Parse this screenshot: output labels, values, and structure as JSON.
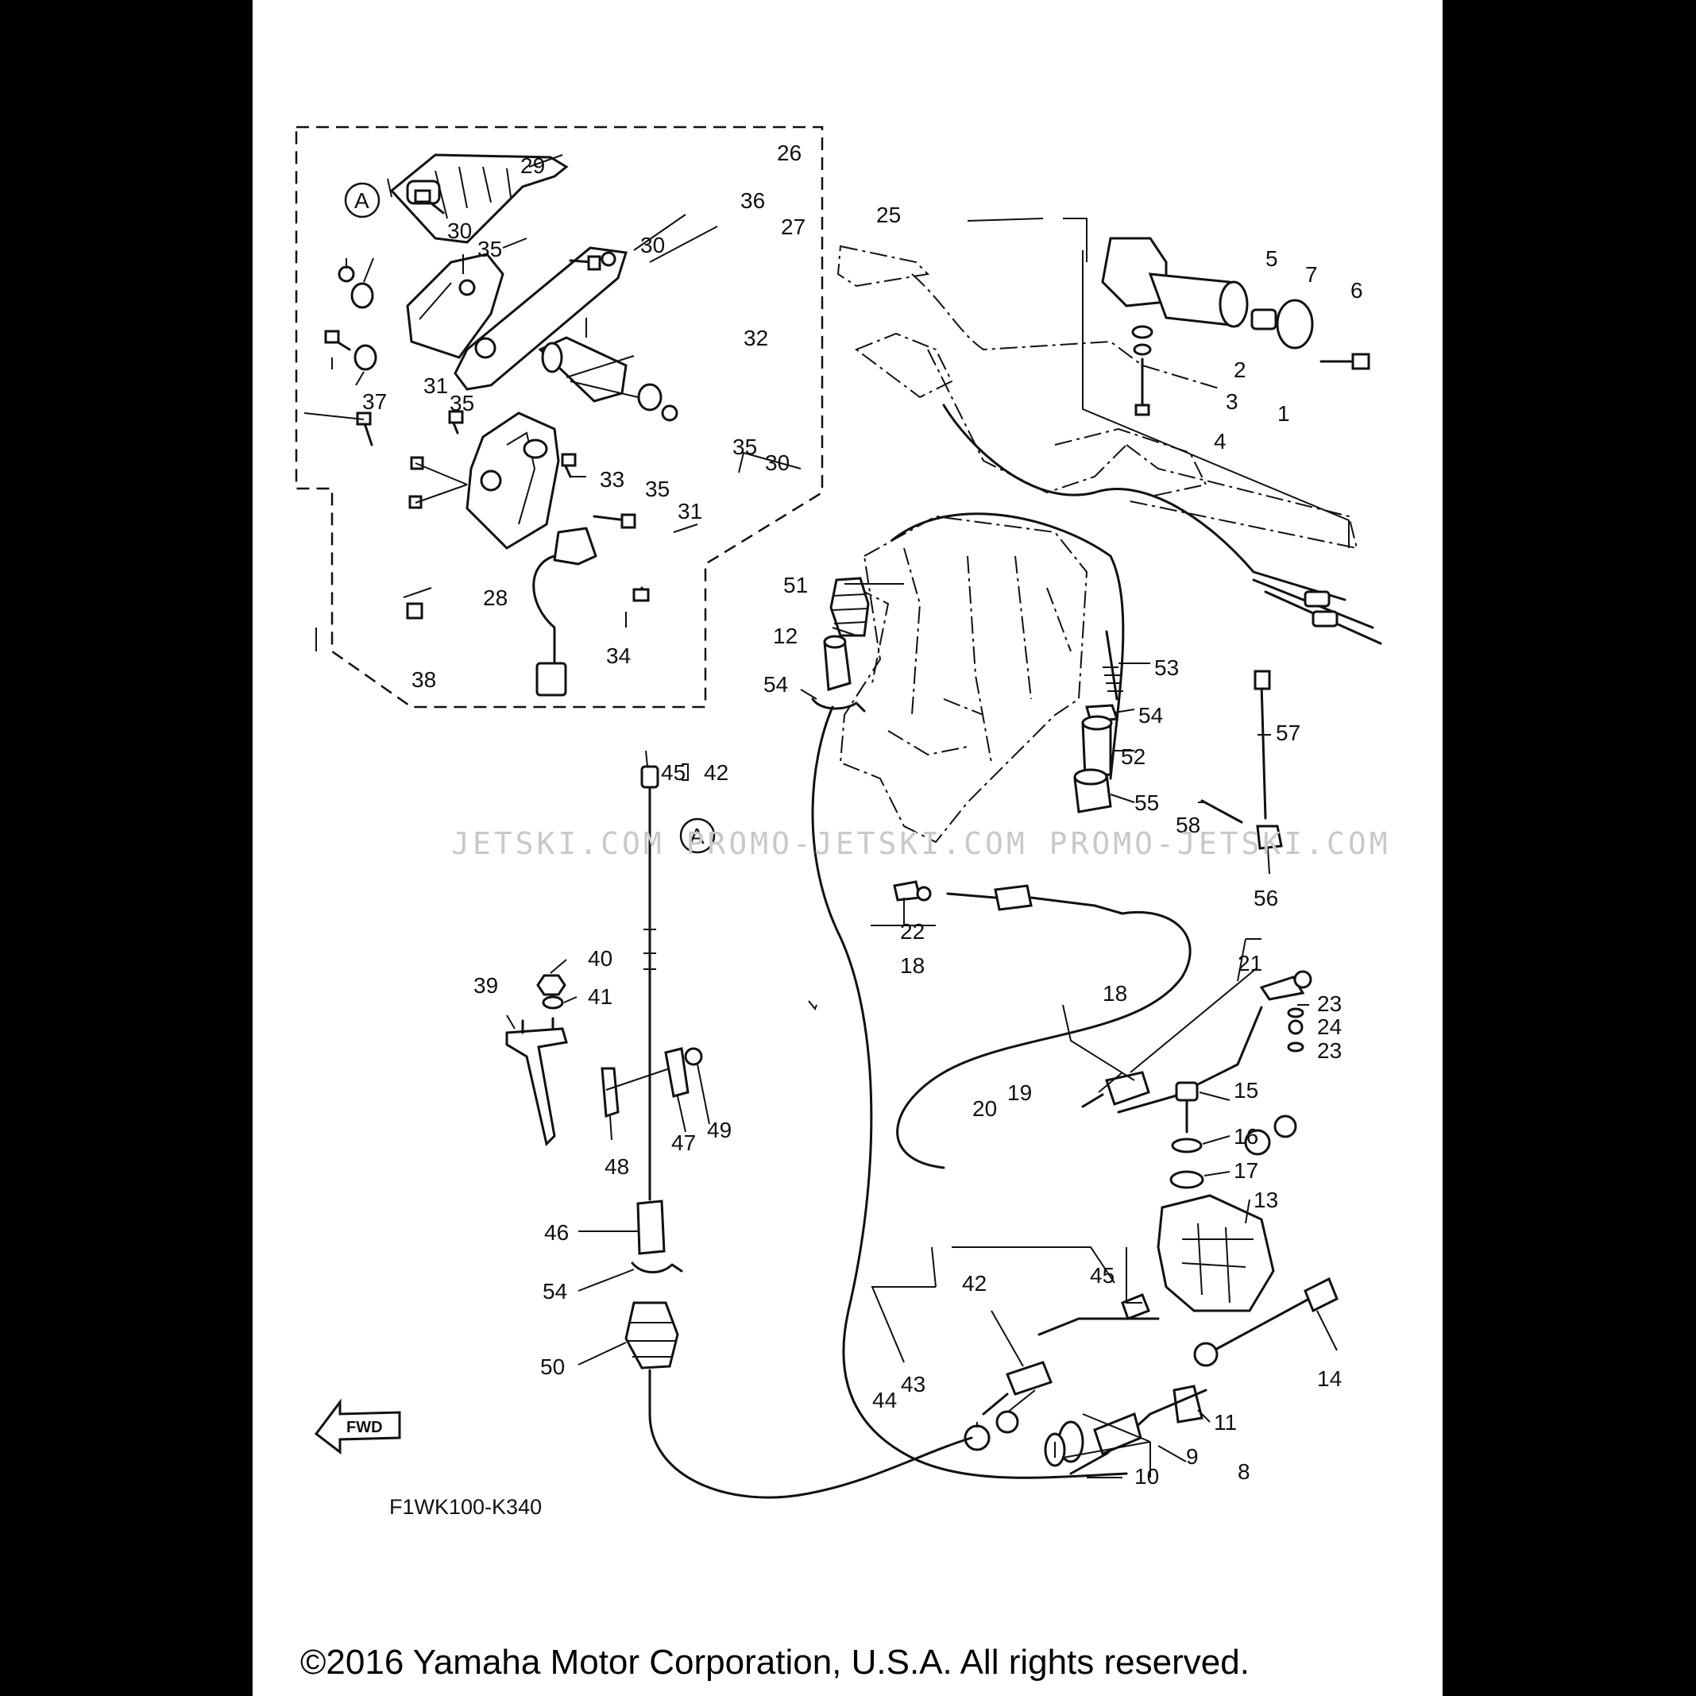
{
  "diagram": {
    "code": "F1WK100-K340",
    "watermark": "JETSKI.COM   PROMO-JETSKI.COM   PROMO-JETSKI.COM",
    "fwd_label": "FWD",
    "ref_mark": "A",
    "copyright": "©2016 Yamaha Motor Corporation, U.S.A. All rights reserved.",
    "callouts": [
      {
        "id": "c1",
        "label": "1"
      },
      {
        "id": "c2",
        "label": "2"
      },
      {
        "id": "c3",
        "label": "3"
      },
      {
        "id": "c4",
        "label": "4"
      },
      {
        "id": "c5",
        "label": "5"
      },
      {
        "id": "c6",
        "label": "6"
      },
      {
        "id": "c7",
        "label": "7"
      },
      {
        "id": "c8",
        "label": "8"
      },
      {
        "id": "c9",
        "label": "9"
      },
      {
        "id": "c10",
        "label": "10"
      },
      {
        "id": "c11",
        "label": "11"
      },
      {
        "id": "c12",
        "label": "12"
      },
      {
        "id": "c13",
        "label": "13"
      },
      {
        "id": "c14",
        "label": "14"
      },
      {
        "id": "c15",
        "label": "15"
      },
      {
        "id": "c16",
        "label": "16"
      },
      {
        "id": "c17",
        "label": "17"
      },
      {
        "id": "c18a",
        "label": "18"
      },
      {
        "id": "c18b",
        "label": "18"
      },
      {
        "id": "c19",
        "label": "19"
      },
      {
        "id": "c20",
        "label": "20"
      },
      {
        "id": "c21",
        "label": "21"
      },
      {
        "id": "c22",
        "label": "22"
      },
      {
        "id": "c23a",
        "label": "23"
      },
      {
        "id": "c23b",
        "label": "23"
      },
      {
        "id": "c24",
        "label": "24"
      },
      {
        "id": "c25",
        "label": "25"
      },
      {
        "id": "c26",
        "label": "26"
      },
      {
        "id": "c27",
        "label": "27"
      },
      {
        "id": "c28",
        "label": "28"
      },
      {
        "id": "c29",
        "label": "29"
      },
      {
        "id": "c30a",
        "label": "30"
      },
      {
        "id": "c30b",
        "label": "30"
      },
      {
        "id": "c30c",
        "label": "30"
      },
      {
        "id": "c31a",
        "label": "31"
      },
      {
        "id": "c31b",
        "label": "31"
      },
      {
        "id": "c32",
        "label": "32"
      },
      {
        "id": "c33",
        "label": "33"
      },
      {
        "id": "c34",
        "label": "34"
      },
      {
        "id": "c35a",
        "label": "35"
      },
      {
        "id": "c35b",
        "label": "35"
      },
      {
        "id": "c35c",
        "label": "35"
      },
      {
        "id": "c35d",
        "label": "35"
      },
      {
        "id": "c36",
        "label": "36"
      },
      {
        "id": "c37",
        "label": "37"
      },
      {
        "id": "c38",
        "label": "38"
      },
      {
        "id": "c39",
        "label": "39"
      },
      {
        "id": "c40",
        "label": "40"
      },
      {
        "id": "c41",
        "label": "41"
      },
      {
        "id": "c42a",
        "label": "42"
      },
      {
        "id": "c42b",
        "label": "42"
      },
      {
        "id": "c43",
        "label": "43"
      },
      {
        "id": "c44",
        "label": "44"
      },
      {
        "id": "c45a",
        "label": "45"
      },
      {
        "id": "c45b",
        "label": "45"
      },
      {
        "id": "c46",
        "label": "46"
      },
      {
        "id": "c47",
        "label": "47"
      },
      {
        "id": "c48",
        "label": "48"
      },
      {
        "id": "c49",
        "label": "49"
      },
      {
        "id": "c50",
        "label": "50"
      },
      {
        "id": "c51",
        "label": "51"
      },
      {
        "id": "c52",
        "label": "52"
      },
      {
        "id": "c53",
        "label": "53"
      },
      {
        "id": "c54a",
        "label": "54"
      },
      {
        "id": "c54b",
        "label": "54"
      },
      {
        "id": "c54c",
        "label": "54"
      },
      {
        "id": "c55",
        "label": "55"
      },
      {
        "id": "c56",
        "label": "56"
      },
      {
        "id": "c57",
        "label": "57"
      },
      {
        "id": "c58",
        "label": "58"
      }
    ]
  }
}
